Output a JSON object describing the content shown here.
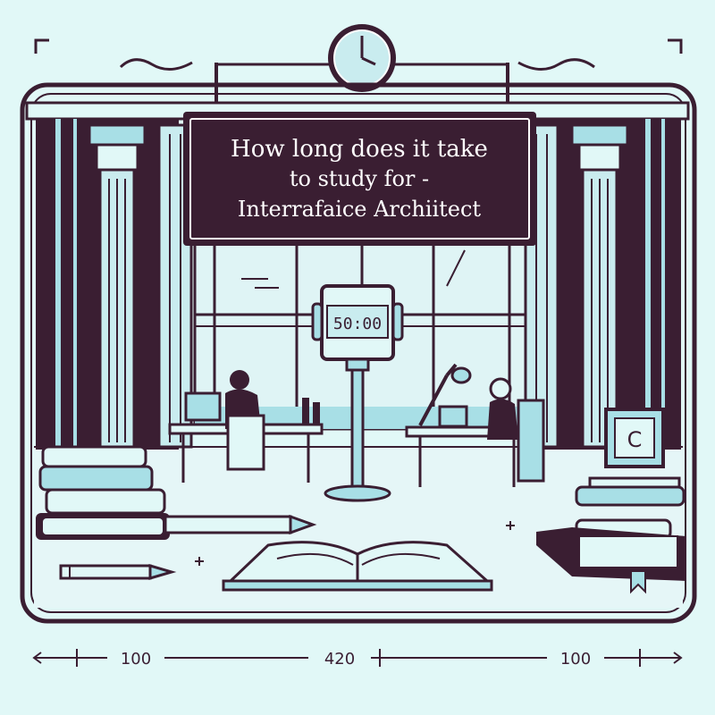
{
  "sign": {
    "line1": "How long does it take",
    "line2": "to study for  -",
    "line3": "Interrafaice Archiitect"
  },
  "display": {
    "text": "50:00"
  },
  "monitor": {
    "text": "C"
  },
  "ruler": {
    "left_label": "100",
    "center_label": "420",
    "right_label": "100"
  },
  "colors": {
    "line": "#3a1e32",
    "background": "#e1f8f7",
    "accent": "#a8dfe6",
    "sign_fill": "#3a1e32"
  }
}
